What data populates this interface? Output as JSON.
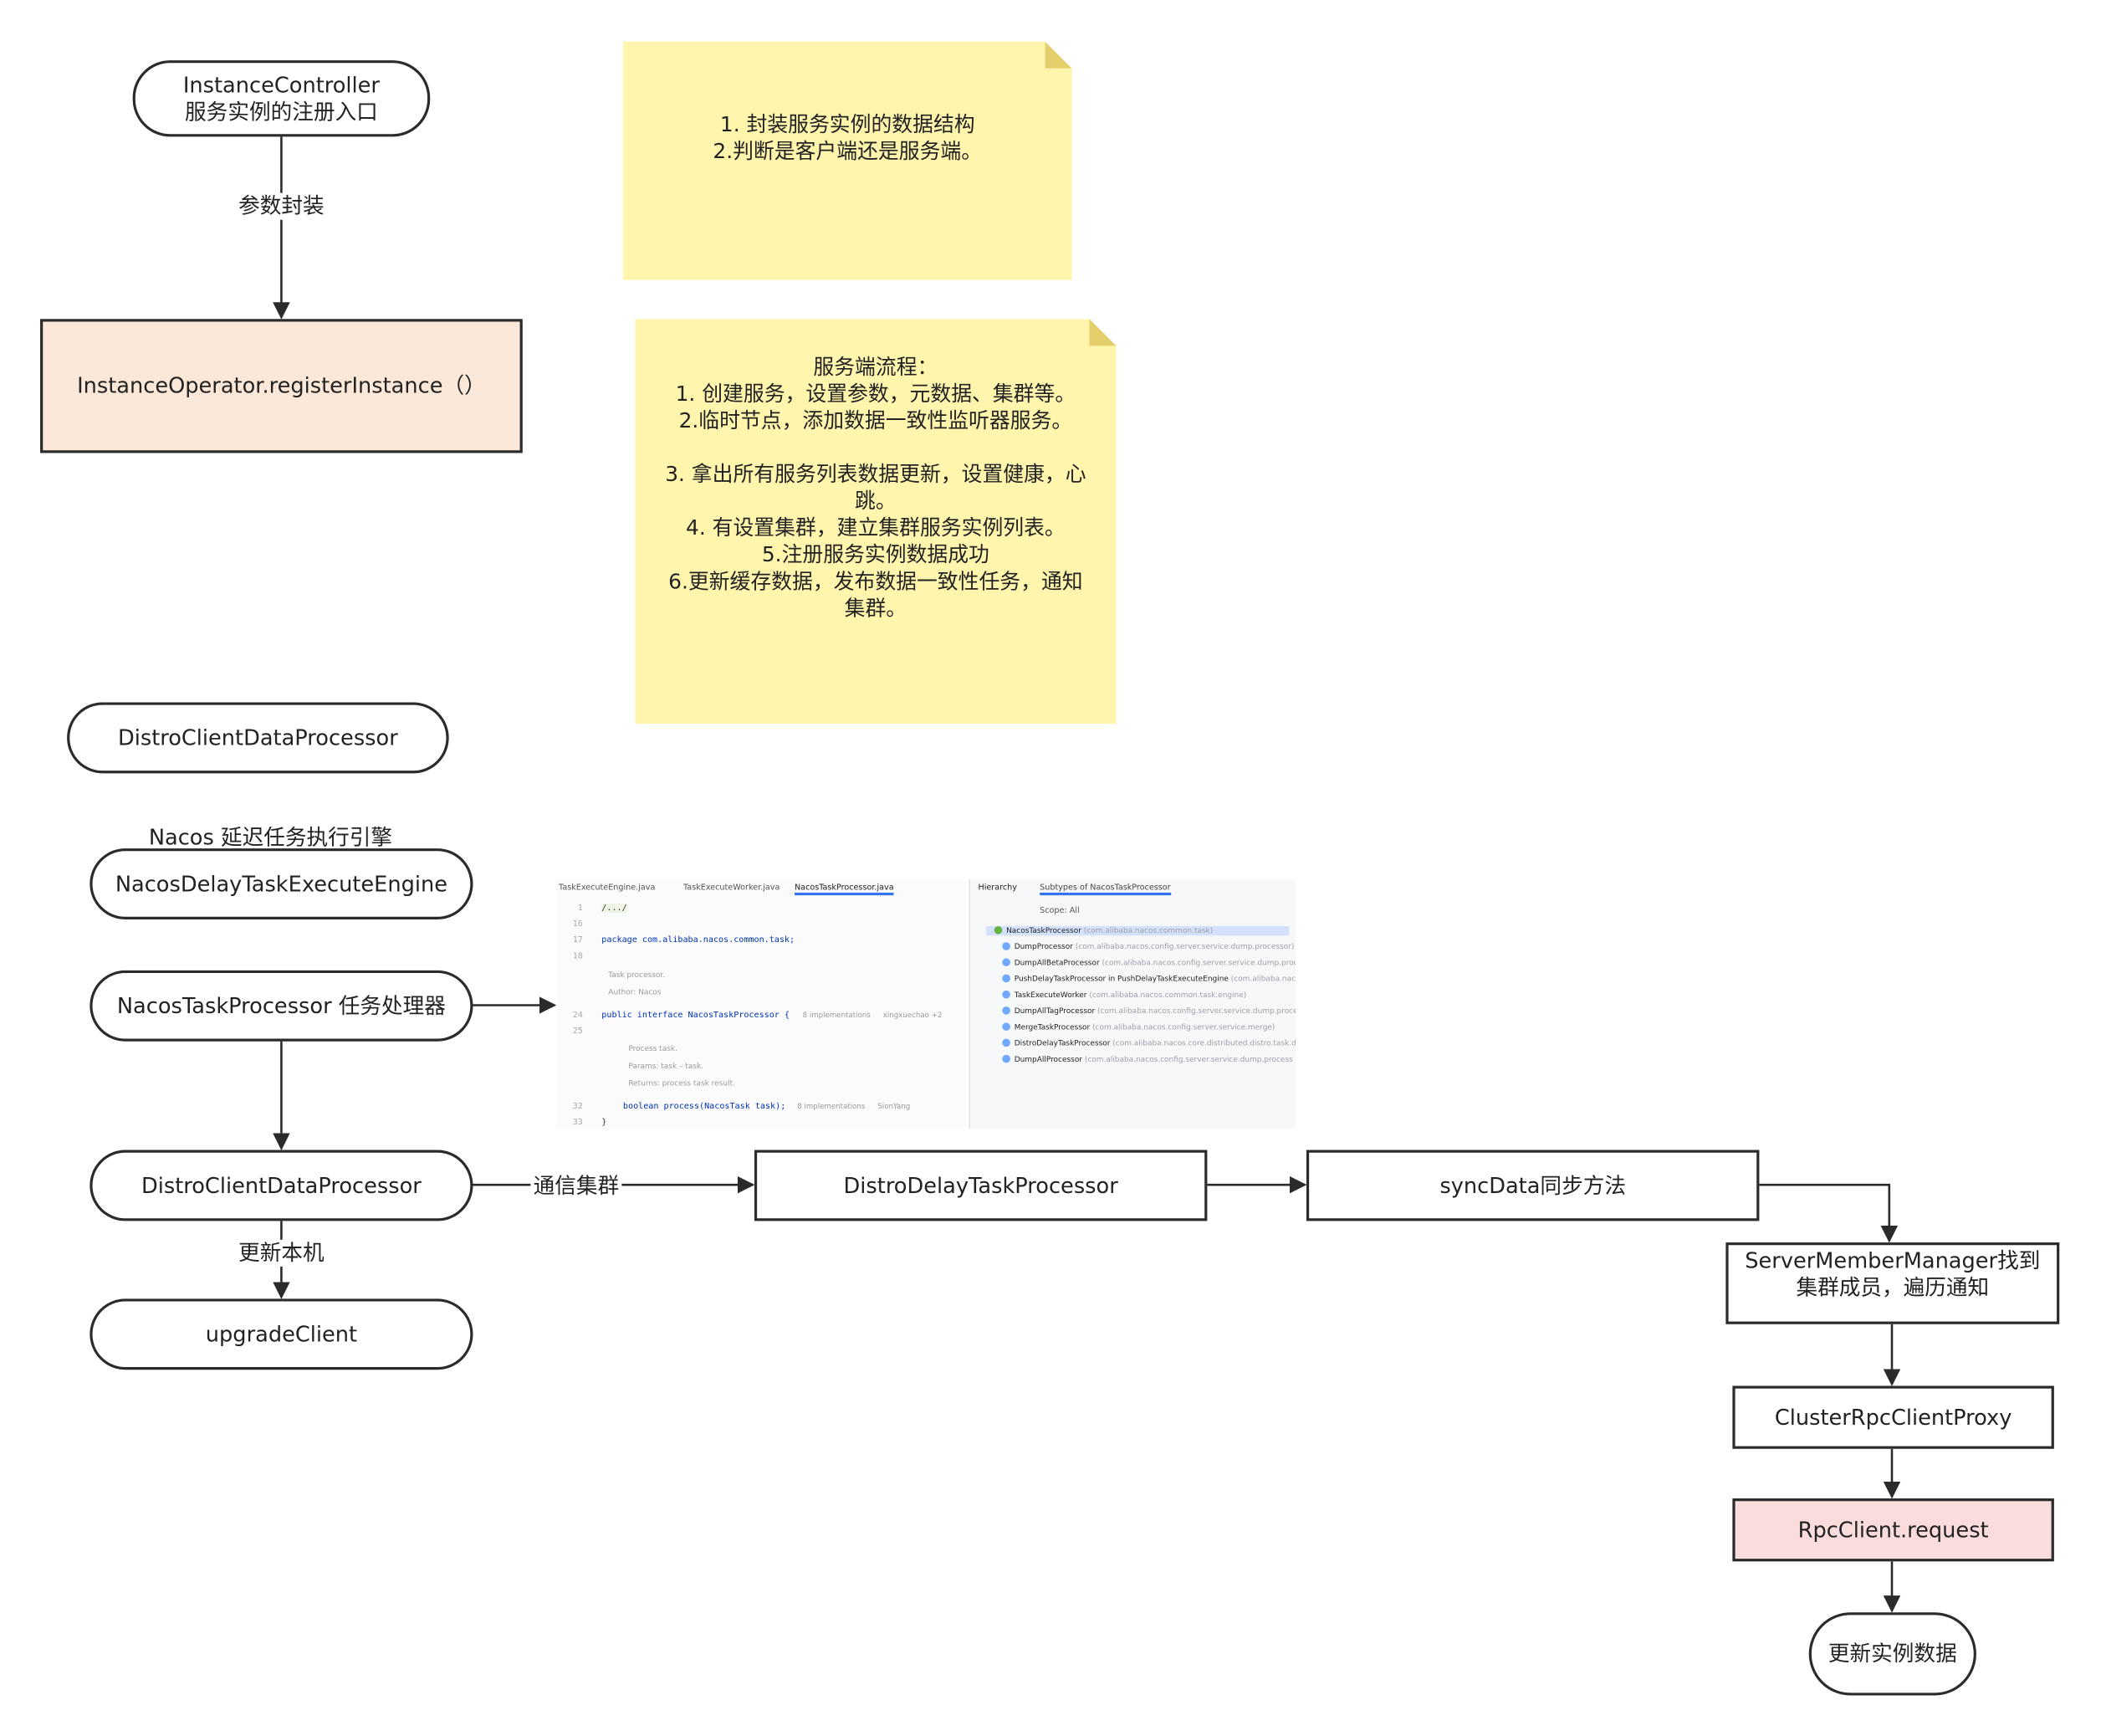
{
  "nodes": {
    "instance_controller": [
      "InstanceController",
      "服务实例的注册入口"
    ],
    "register_instance": "InstanceOperator.registerInstance（）",
    "distro_top": "DistroClientDataProcessor",
    "engine_caption": "Nacos 延迟任务执行引擎",
    "delay_engine": "NacosDelayTaskExecuteEngine",
    "task_processor": "NacosTaskProcessor 任务处理器",
    "distro_client": "DistroClientDataProcessor",
    "upgrade_client": "upgradeClient",
    "distro_delay": "DistroDelayTaskProcessor",
    "sync_data": "syncData同步方法",
    "server_member": [
      "ServerMemberManager找到",
      "集群成员，遍历通知"
    ],
    "cluster_rpc": "ClusterRpcClientProxy",
    "rpc_request": "RpcClient.request",
    "update_instance": "更新实例数据"
  },
  "edge_labels": {
    "param_wrap": "参数封装",
    "cluster_comm": "通信集群",
    "update_local": "更新本机"
  },
  "notes": {
    "note1": [
      "1. 封装服务实例的数据结构",
      "2.判断是客户端还是服务端。"
    ],
    "note2": [
      "服务端流程：",
      "1. 创建服务，设置参数，元数据、集群等。",
      "2.临时节点，添加数据一致性监听器服务。",
      "",
      "3. 拿出所有服务列表数据更新，设置健康，心",
      "跳。",
      "4. 有设置集群，建立集群服务实例列表。",
      "5.注册服务实例数据成功",
      "6.更新缓存数据，发布数据一致性任务，通知",
      "集群。"
    ]
  },
  "colors": {
    "stroke": "#2b2b2b",
    "note_fill": "#fff5ad",
    "register_fill": "#fce8d9",
    "rpc_fill": "#fadcdc"
  },
  "ide": {
    "tabs": [
      "TaskExecuteEngine.java",
      "TaskExecuteWorker.java",
      "NacosTaskProcessor.java"
    ],
    "code_lines": [
      {
        "n": "1",
        "t": "/.../"
      },
      {
        "n": "16",
        "t": ""
      },
      {
        "n": "17",
        "t": "package com.alibaba.nacos.common.task;"
      },
      {
        "n": "18",
        "t": ""
      },
      {
        "n": "",
        "t": "Task processor."
      },
      {
        "n": "",
        "t": "Author: Nacos"
      },
      {
        "n": "24",
        "t": "public interface NacosTaskProcessor {"
      },
      {
        "n": "25",
        "t": ""
      },
      {
        "n": "",
        "t": "Process task."
      },
      {
        "n": "",
        "t": "Params: task – task."
      },
      {
        "n": "",
        "t": "Returns: process task result."
      },
      {
        "n": "32",
        "t": "boolean process(NacosTask task);"
      },
      {
        "n": "33",
        "t": "}"
      }
    ],
    "code_hints": [
      "8 implementations",
      "xingxuechao +2",
      "8 implementations",
      "SionYang"
    ],
    "hierarchy_title": "Hierarchy",
    "hierarchy_sub": "Subtypes of NacosTaskProcessor",
    "scope": "Scope:  All",
    "hierarchy_rows": [
      {
        "name": "NacosTaskProcessor",
        "pkg": "(com.alibaba.nacos.common.task)"
      },
      {
        "name": "DumpProcessor",
        "pkg": "(com.alibaba.nacos.config.server.service.dump.processor)"
      },
      {
        "name": "DumpAllBetaProcessor",
        "pkg": "(com.alibaba.nacos.config.server.service.dump.proc"
      },
      {
        "name": "PushDelayTaskProcessor in PushDelayTaskExecuteEngine",
        "pkg": "(com.alibaba.nac"
      },
      {
        "name": "TaskExecuteWorker",
        "pkg": "(com.alibaba.nacos.common.task.engine)"
      },
      {
        "name": "DumpAllTagProcessor",
        "pkg": "(com.alibaba.nacos.config.server.service.dump.proce"
      },
      {
        "name": "MergeTaskProcessor",
        "pkg": "(com.alibaba.nacos.config.server.service.merge)"
      },
      {
        "name": "DistroDelayTaskProcessor",
        "pkg": "(com.alibaba.nacos.core.distributed.distro.task.d"
      },
      {
        "name": "DumpAllProcessor",
        "pkg": "(com.alibaba.nacos.config.server.service.dump.process"
      }
    ]
  }
}
